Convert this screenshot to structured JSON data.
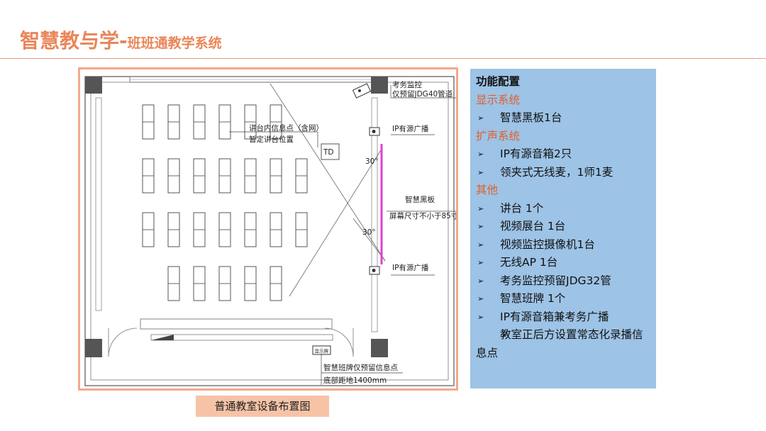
{
  "page": {
    "title_main": "智慧教与学-",
    "title_sub": "班班通教学系统"
  },
  "plan": {
    "caption": "普通教室设备布置图",
    "labels": {
      "exam_monitor_1": "考务监控",
      "exam_monitor_2": "仅预留JDG40管道",
      "speaker_top": "IP有源广播",
      "podium_1": "讲台内信息点（含网）",
      "podium_2": "暂定讲台位置",
      "td": "TD",
      "angle_top": "30°",
      "angle_bottom": "30°",
      "board_1": "智慧黑板",
      "board_2": "屏幕尺寸不小于85寸",
      "speaker_bottom": "IP有源广播",
      "class_sign_box": "显示牌",
      "class_sign_1": "智慧班牌仅预留信息点",
      "class_sign_2": "底部距地1400mm"
    }
  },
  "panel": {
    "heading": "功能配置",
    "sections": [
      {
        "title": "显示系统",
        "items": [
          "智慧黑板1台"
        ]
      },
      {
        "title": "扩声系统",
        "items": [
          "IP有源音箱2只",
          "领夹式无线麦，1师1麦"
        ]
      },
      {
        "title": "其他",
        "items": [
          "讲台 1个",
          "视频展台 1台",
          "视频监控摄像机1台",
          "无线AP 1台",
          "考务监控预留JDG32管",
          "智慧班牌 1个",
          "IP有源音箱兼考务广播",
          "教室正后方设置常态化录播信息点"
        ]
      }
    ],
    "arrow_glyph": "➢",
    "colors": {
      "section": "#e35d2a",
      "background": "#9dc3e6",
      "accent": "#e9865a"
    }
  }
}
